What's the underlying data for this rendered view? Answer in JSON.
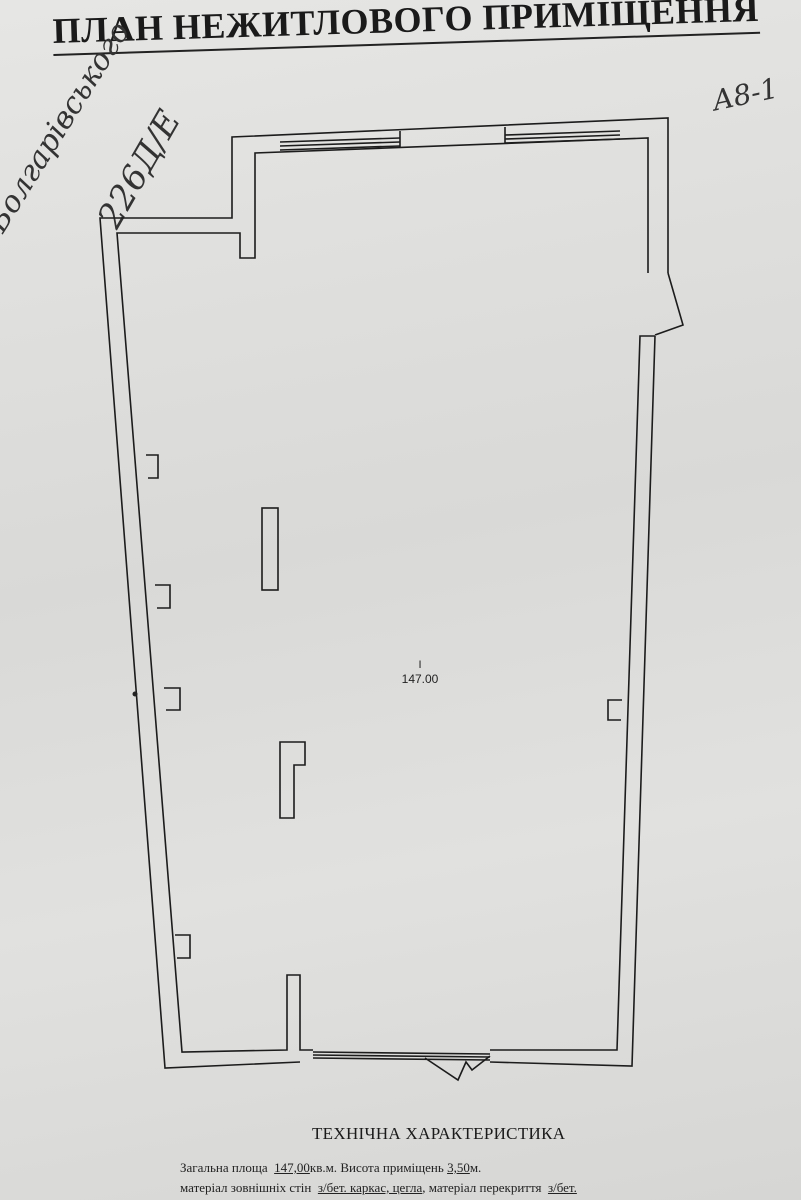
{
  "document": {
    "title": "ПЛАН НЕЖИТЛОВОГО ПРИМІЩЕННЯ",
    "handwritten": {
      "street": "Болгарівського",
      "number": "226Д/Е",
      "code": "А8-1"
    },
    "plan": {
      "room_number": "I",
      "room_area": "147.00"
    },
    "tech_heading": "ТЕХНІЧНА ХАРАКТЕРИСТИКА",
    "specs": {
      "total_area_label": "Загальна площа",
      "total_area_value": "147,00",
      "total_area_unit": "кв.м.",
      "height_label": "Висота приміщень",
      "height_value": "3,50",
      "height_unit": "м.",
      "walls_label": "матеріал зовнішніх стін",
      "walls_value": "з/бет. каркас, цегла",
      "ceiling_label": ", матеріал перекриття",
      "ceiling_value": "з/бет."
    }
  }
}
